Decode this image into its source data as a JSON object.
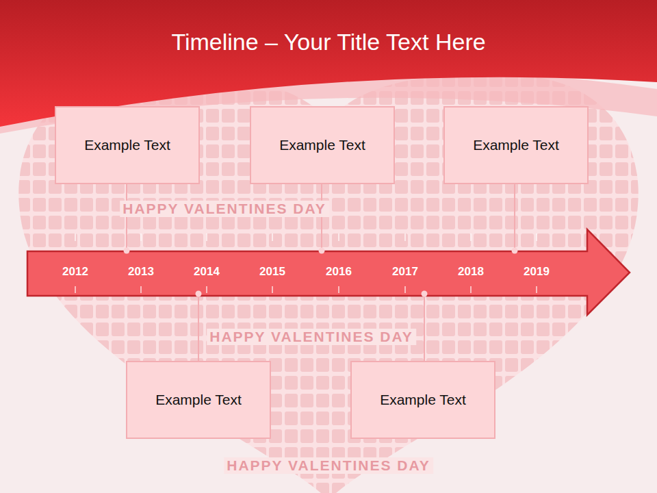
{
  "diagram": {
    "title": "Timeline – Your Title Text Here",
    "nodes": [
      {
        "text": [
          "Example Text"
        ]
      },
      {
        "text": [
          "Example Text"
        ]
      },
      {
        "text": [
          "Example Text"
        ]
      },
      {
        "text": [
          "Example Text"
        ]
      },
      {
        "text": [
          "Example Text"
        ]
      }
    ],
    "labels": [
      "2012",
      "2013",
      "2014",
      "2015",
      "2016",
      "2017",
      "2018",
      "2019",
      "HAPPY VALENTINES DAY",
      "HAPPY VALENTINES DAY",
      "HAPPY VALENTINES DAY"
    ]
  }
}
